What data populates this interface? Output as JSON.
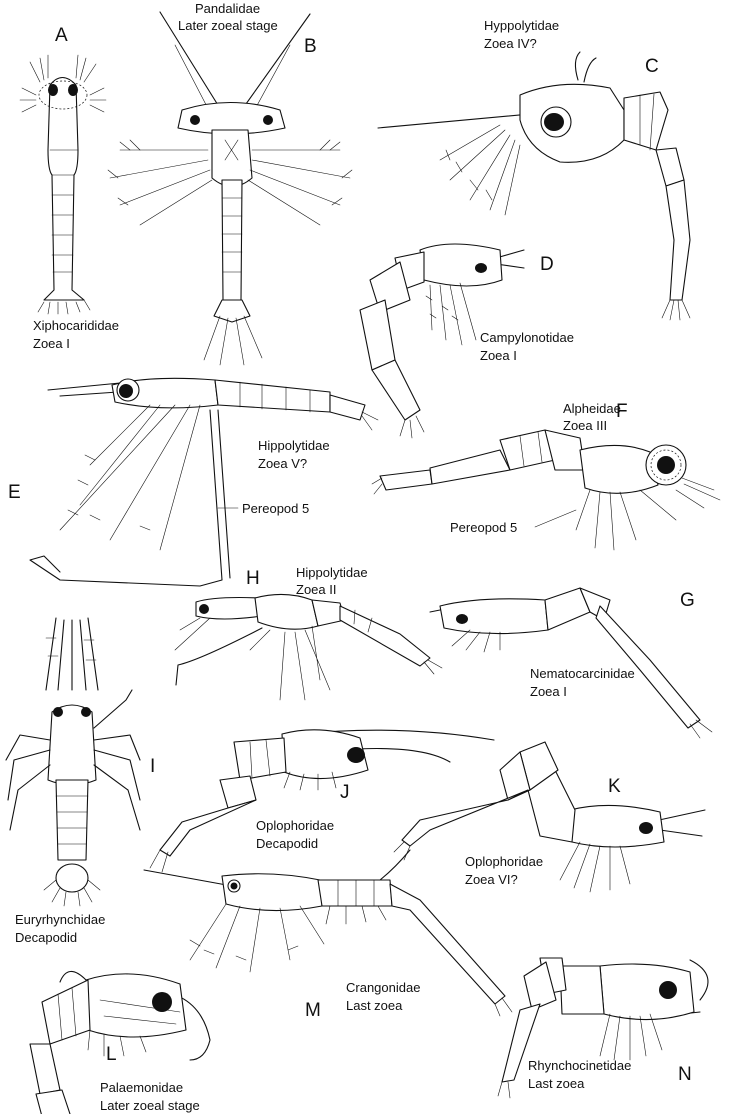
{
  "figure": {
    "panels": [
      {
        "letter": "A",
        "family": "Xiphocarididae",
        "stage": "Zoea I"
      },
      {
        "letter": "B",
        "family": "Pandalidae",
        "stage": "Later zoeal stage"
      },
      {
        "letter": "C",
        "family": "Hyppolytidae",
        "stage": "Zoea IV?"
      },
      {
        "letter": "D",
        "family": "Campylonotidae",
        "stage": "Zoea I"
      },
      {
        "letter": "E",
        "family": "Hippolytidae",
        "stage": "Zoea V?",
        "callout": "Pereopod 5"
      },
      {
        "letter": "F",
        "family": "Alpheidae",
        "stage": "Zoea III",
        "callout": "Pereopod 5"
      },
      {
        "letter": "G",
        "family": "Nematocarcinidae",
        "stage": "Zoea I"
      },
      {
        "letter": "H",
        "family": "Hippolytidae",
        "stage": "Zoea II"
      },
      {
        "letter": "I",
        "family": "Euryrhynchidae",
        "stage": "Decapodid"
      },
      {
        "letter": "J",
        "family": "Oplophoridae",
        "stage": "Decapodid"
      },
      {
        "letter": "K",
        "family": "Oplophoridae",
        "stage": "Zoea VI?"
      },
      {
        "letter": "L",
        "family": "Palaemonidae",
        "stage": "Later zoeal stage"
      },
      {
        "letter": "M",
        "family": "Crangonidae",
        "stage": "Last zoea"
      },
      {
        "letter": "N",
        "family": "Rhynchocinetidae",
        "stage": "Last zoea"
      }
    ]
  }
}
